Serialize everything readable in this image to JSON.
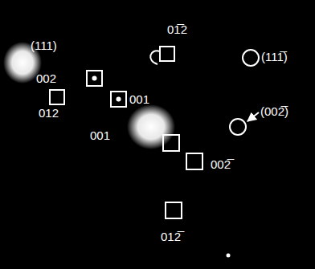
{
  "diagram": {
    "labels": [
      "01̅2",
      "(111)",
      "(111̅)",
      "(002̅)",
      "002",
      "001",
      "012",
      "001",
      "002̅",
      "012̅"
    ]
  }
}
